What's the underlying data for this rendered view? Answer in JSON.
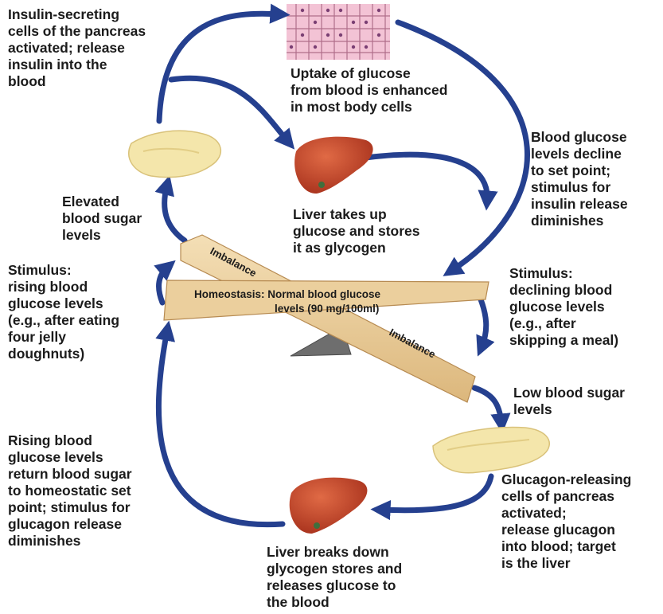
{
  "labels": {
    "insulin_cells": "Insulin-secreting\ncells of the pancreas\nactivated; release\ninsulin into the\nblood",
    "uptake": "Uptake of glucose\nfrom blood is enhanced\nin most body cells",
    "decline": "Blood glucose\nlevels decline\nto set point;\nstimulus for\ninsulin release\ndiminishes",
    "elevated": "Elevated\nblood sugar\nlevels",
    "liver_takes": "Liver takes up\nglucose and stores\nit as glycogen",
    "stimulus_rising": "Stimulus:\nrising blood\nglucose levels\n(e.g., after eating\nfour jelly\ndoughnuts)",
    "stimulus_declining": "Stimulus:\ndeclining blood\nglucose levels\n(e.g., after\nskipping a meal)",
    "low": "Low blood sugar\nlevels",
    "rising_return": "Rising blood\nglucose levels\nreturn blood sugar\nto homeostatic set\npoint; stimulus for\nglucagon release\ndiminishes",
    "glucagon_cells": "Glucagon-releasing\ncells of pancreas\nactivated;\nrelease glucagon\ninto blood; target\nis the liver",
    "liver_breaks": "Liver breaks down\nglycogen stores and\nreleases glucose to\nthe blood"
  },
  "seesaw": {
    "imbalance_top": "Imbalance",
    "imbalance_bottom": "Imbalance",
    "homeostasis_line1": "Homeostasis: Normal blood glucose",
    "homeostasis_line2": "levels (90 mg/100ml)"
  },
  "colors": {
    "arrow": "#25408f",
    "board": "#ebcf9d",
    "board_edge": "#b78b52",
    "liver": "#c94a2f",
    "pancreas": "#f4e6ab",
    "fulcrum": "#6e6e6e",
    "cells": "#f3c3d5"
  }
}
